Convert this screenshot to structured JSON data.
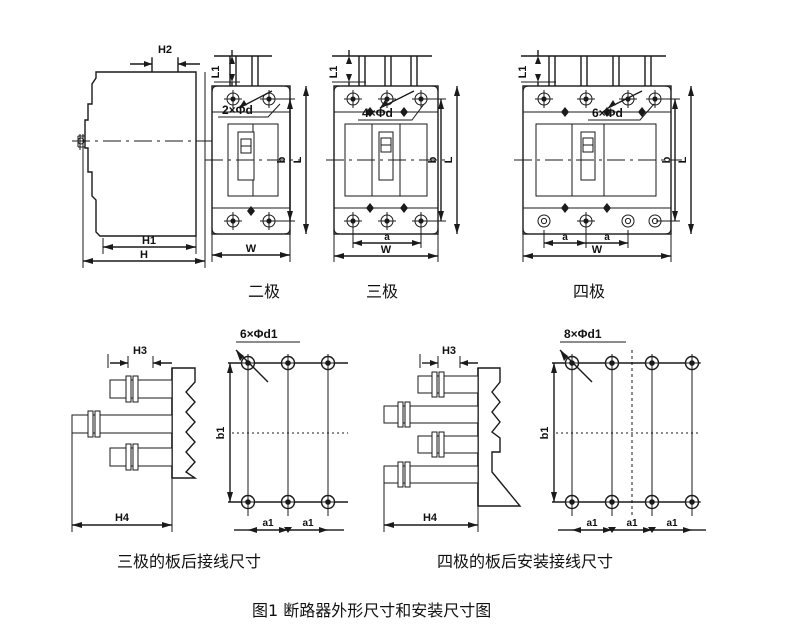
{
  "figure": {
    "title": "图1  断路器外形尺寸和安装尺寸图",
    "domain_note": "technical-drawing"
  },
  "top_row": {
    "side_view": {
      "name": "side-profile-view",
      "dimensions": {
        "h2": "H2",
        "h1": "H1",
        "h": "H"
      }
    },
    "views": [
      {
        "id": "two-pole",
        "caption": "二极",
        "hole_label": "2×Φd",
        "dimensions": {
          "l1": "L1",
          "b": "b",
          "l": "L",
          "w": "W",
          "a": ""
        },
        "poles": 2,
        "top_holes": 2,
        "bottom_holes": 2
      },
      {
        "id": "three-pole",
        "caption": "三极",
        "hole_label": "4×Φd",
        "dimensions": {
          "l1": "L1",
          "b": "b",
          "l": "L",
          "w": "W",
          "a": "a"
        },
        "poles": 3,
        "top_holes": 3,
        "bottom_holes": 3
      },
      {
        "id": "four-pole",
        "caption": "四极",
        "hole_label": "6×Φd",
        "dimensions": {
          "l1": "L1",
          "b": "b",
          "l": "L",
          "w": "W",
          "a": "a",
          "a2": "a"
        },
        "poles": 4,
        "top_holes": 4,
        "bottom_holes": 4
      }
    ]
  },
  "bottom_row": [
    {
      "id": "three-pole-rear-wiring",
      "caption": "三极的板后接线尺寸",
      "hole_label": "6×Φd1",
      "dimensions": {
        "h3": "H3",
        "h4": "H4",
        "b1": "b1",
        "a1": "a1",
        "a1b": "a1"
      },
      "terminal_bars": 3,
      "hole_columns": 3,
      "hole_rows": 2
    },
    {
      "id": "four-pole-rear-mount-wiring",
      "caption": "四极的板后安装接线尺寸",
      "hole_label": "8×Φd1",
      "dimensions": {
        "h3": "H3",
        "h4": "H4",
        "b1": "b1",
        "a1": "a1",
        "a1b": "a1",
        "a1c": "a1"
      },
      "terminal_bars": 4,
      "hole_columns": 4,
      "hole_rows": 2
    }
  ],
  "colors": {
    "ink": "#1a1a1a",
    "paper": "#ffffff"
  }
}
